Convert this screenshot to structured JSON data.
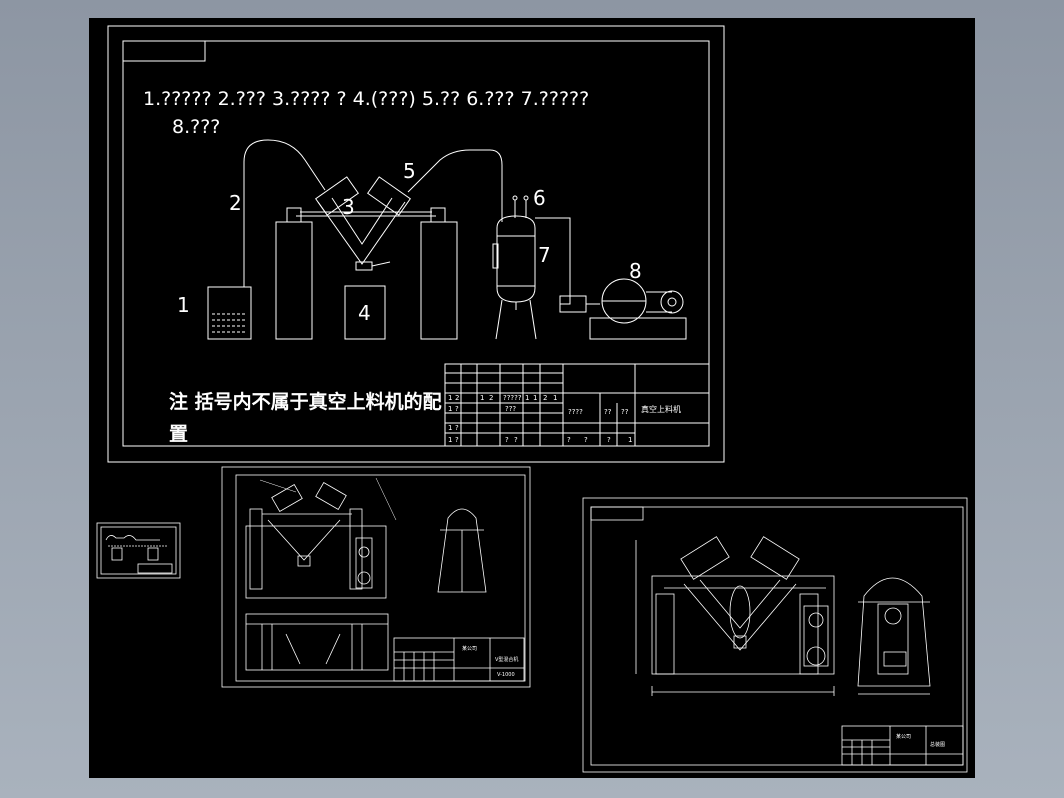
{
  "sheet1": {
    "legend_line1": "1.?????  2.???  3.????  ?    4.(???)   5.??   6.???     7.?????",
    "legend_line2": "8.???",
    "callouts": [
      "1",
      "2",
      "3",
      "4",
      "5",
      "6",
      "7",
      "8"
    ],
    "note_line1": "注 括号内不属于真空上料机的配",
    "note_line2": "置",
    "title_block": {
      "product_name": "真空上料机",
      "row_a": [
        "1",
        "2",
        "1",
        "2",
        "?????",
        "1",
        "1",
        "2",
        "1"
      ],
      "row_b": [
        "1",
        "?",
        "???",
        "????",
        "??",
        "??"
      ],
      "row_c": [
        "1",
        "?"
      ],
      "row_d": [
        "1",
        "?",
        "?",
        "?",
        "?",
        "?",
        "?",
        "1"
      ]
    }
  },
  "sheet2": {
    "title_block": {
      "company": "某公司",
      "drawing_name": "V型混合机",
      "code": "V-1000"
    }
  },
  "sheet3": {
    "title_block": {
      "company": "某公司",
      "drawing_name": "总装图"
    }
  },
  "colors": {
    "background": "#000000",
    "frame": "#ffffff",
    "outer_gray": "#9aa3ae"
  }
}
